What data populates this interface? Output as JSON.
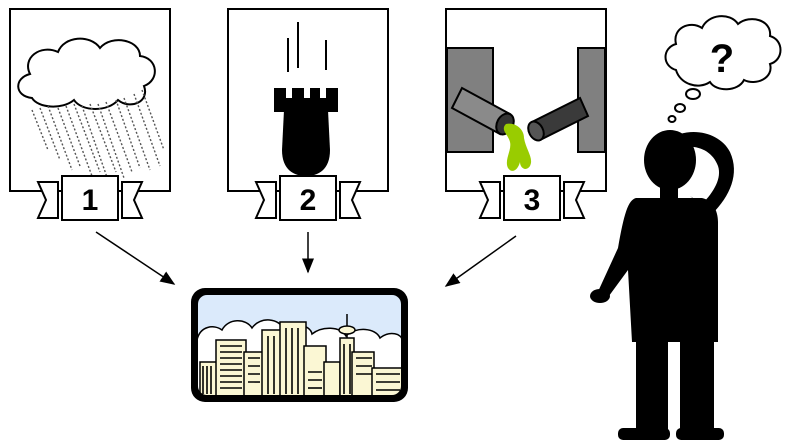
{
  "panels": [
    {
      "number": "1",
      "icon": "rain-cloud-icon"
    },
    {
      "number": "2",
      "icon": "falling-bomb-icon"
    },
    {
      "number": "3",
      "icon": "pipe-discharging-green-liquid-icon"
    }
  ],
  "thought": {
    "mark": "?"
  },
  "icons": {
    "city": "city-skyline-icon",
    "person": "thinking-person-silhouette-icon",
    "thought_bubble": "thought-bubble-icon"
  },
  "colors": {
    "outline": "#000000",
    "liquid": "#99cc00",
    "pipe_wall": "#808080",
    "pipe": "#3a3a3a",
    "city_sky": "#dbeafb",
    "city_buildings": "#fbf7d4"
  }
}
